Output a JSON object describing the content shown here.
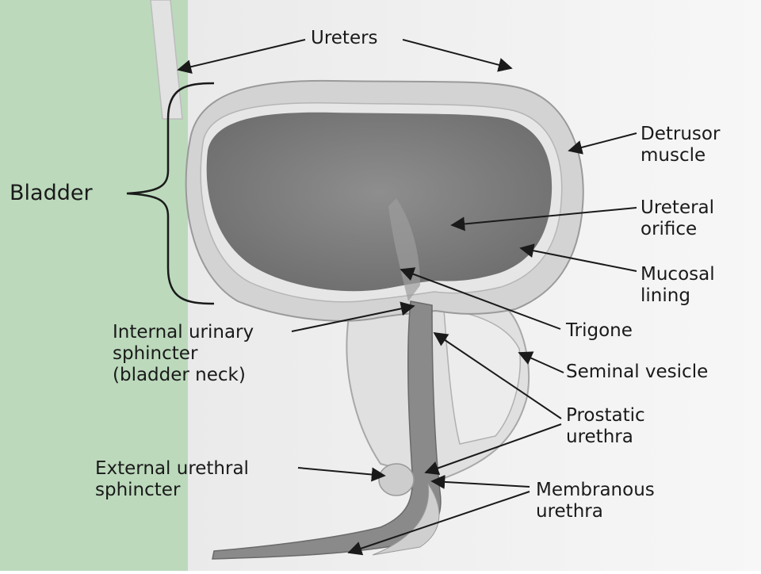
{
  "labels": {
    "ureters": "Ureters",
    "bladder": "Bladder",
    "detrusor": [
      "Detrusor",
      "muscle"
    ],
    "ureteral_orifice": [
      "Ureteral",
      "orifice"
    ],
    "mucosal_lining": [
      "Mucosal",
      "lining"
    ],
    "trigone": "Trigone",
    "seminal_vesicle": "Seminal vesicle",
    "internal_sphincter": [
      "Internal urinary",
      "sphincter",
      "(bladder neck)"
    ],
    "prostatic_urethra": [
      "Prostatic",
      "urethra"
    ],
    "external_sphincter": [
      "External urethral",
      "sphincter"
    ],
    "membranous_urethra": [
      "Membranous",
      "urethra"
    ]
  },
  "colors": {
    "left_panel": "#bcd9bc",
    "background": "#f4f4f4",
    "bladder_cavity": "#7c7c7c",
    "bladder_wall": "#d6d6d6",
    "ink": "#1a1a1a"
  }
}
